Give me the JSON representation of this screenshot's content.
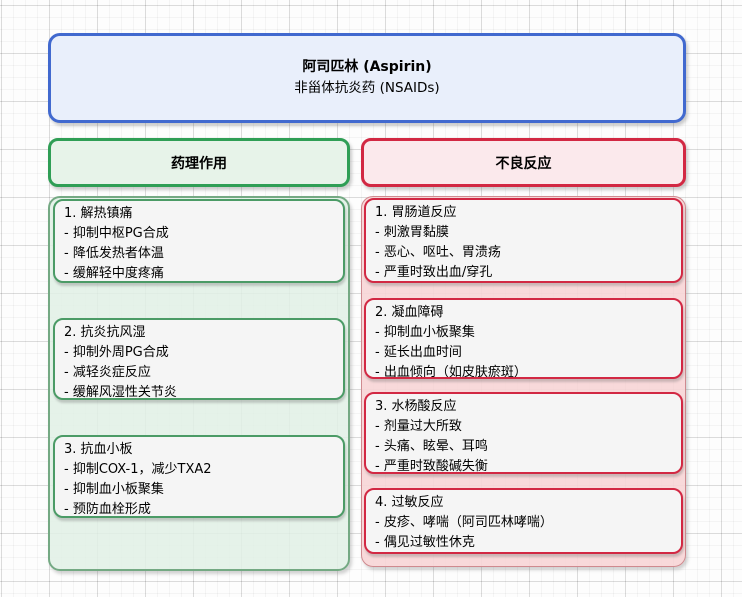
{
  "title_box": {
    "line1": "阿司匹林 (Aspirin)",
    "line2": "非甾体抗炎药 (NSAIDs)"
  },
  "left_column": {
    "header": "药理作用",
    "boxes": [
      {
        "lines": [
          "1. 解热镇痛",
          "- 抑制中枢PG合成",
          "- 降低发热者体温",
          "- 缓解轻中度疼痛"
        ]
      },
      {
        "lines": [
          "2. 抗炎抗风湿",
          "- 抑制外周PG合成",
          "- 减轻炎症反应",
          "- 缓解风湿性关节炎"
        ]
      },
      {
        "lines": [
          "3. 抗血小板",
          "- 抑制COX-1，减少TXA2",
          "- 抑制血小板聚集",
          "- 预防血栓形成"
        ]
      }
    ]
  },
  "right_column": {
    "header": "不良反应",
    "boxes": [
      {
        "lines": [
          "1. 胃肠道反应",
          "- 刺激胃黏膜",
          "- 恶心、呕吐、胃溃疡",
          "- 严重时致出血/穿孔"
        ]
      },
      {
        "lines": [
          "2. 凝血障碍",
          "- 抑制血小板聚集",
          "- 延长出血时间",
          "- 出血倾向（如皮肤瘀斑）"
        ]
      },
      {
        "lines": [
          "3. 水杨酸反应",
          "- 剂量过大所致",
          "- 头痛、眩晕、耳鸣",
          "- 严重时致酸碱失衡"
        ]
      },
      {
        "lines": [
          "4. 过敏反应",
          "- 皮疹、哮喘（阿司匹林哮喘）",
          "- 偶见过敏性休克"
        ]
      }
    ]
  },
  "colors": {
    "title_border": "#4169cf",
    "title_fill": "#e9effb",
    "green_header_border": "#2f9e55",
    "green_header_fill": "#e7f3e9",
    "green_group_border": "#74a983",
    "green_group_fill": "#e1f0e5",
    "green_node_border": "#4b9b66",
    "red_border": "#d22843",
    "red_header_fill": "#fbe9ec",
    "pink_group_fill": "#f7d5d6",
    "pink_group_border": "#cf8a8f",
    "node_fill": "#f5f5f5"
  }
}
